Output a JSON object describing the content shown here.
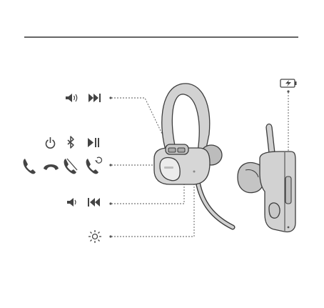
{
  "diagram": {
    "subject": "earbud-button-guide",
    "colors": {
      "ink": "#444444",
      "rule": "#333333",
      "leader": "#555555",
      "body_fill": "#d4d4d4",
      "body_dark": "#bdbdbd",
      "body_stroke": "#3d3d3d"
    },
    "callouts": [
      {
        "id": "upper-button",
        "icons": [
          "volume-up-icon",
          "next-track-icon"
        ]
      },
      {
        "id": "multifunction-button",
        "icons": [
          "power-icon",
          "bluetooth-icon",
          "play-pause-icon",
          "call-accept-icon",
          "call-end-icon",
          "call-reject-icon",
          "call-switch-icon"
        ]
      },
      {
        "id": "lower-button",
        "icons": [
          "volume-down-icon",
          "previous-track-icon"
        ]
      },
      {
        "id": "status-light",
        "icons": [
          "led-light-icon"
        ]
      },
      {
        "id": "charging-port",
        "icons": [
          "battery-charging-icon"
        ]
      }
    ]
  }
}
